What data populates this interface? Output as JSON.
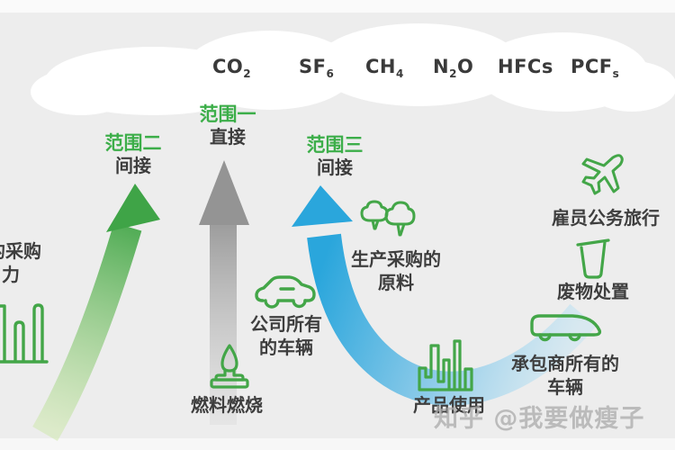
{
  "cloud": {
    "gases": [
      {
        "main": "CO",
        "sub": "2",
        "tail": ""
      },
      {
        "main": "SF",
        "sub": "6",
        "tail": ""
      },
      {
        "main": "CH",
        "sub": "4",
        "tail": ""
      },
      {
        "main": "N",
        "sub": "2",
        "tail": "O"
      },
      {
        "main": "HFCs",
        "sub": "",
        "tail": ""
      },
      {
        "main": "PCF",
        "sub": "s",
        "tail": ""
      }
    ]
  },
  "scopes": {
    "scope1": {
      "name": "范围一",
      "mode": "直接"
    },
    "scope2": {
      "name": "范围二",
      "mode": "间接"
    },
    "scope3": {
      "name": "范围三",
      "mode": "间接"
    }
  },
  "items": {
    "purchased_electricity": {
      "line1": "的采购",
      "line2": "力"
    },
    "fuel_combustion": {
      "line1": "燃料燃烧"
    },
    "company_vehicles": {
      "line1": "公司所有",
      "line2": "的车辆"
    },
    "purchased_materials": {
      "line1": "生产采购的",
      "line2": "原料"
    },
    "business_travel": {
      "line1": "雇员公务旅行"
    },
    "waste_disposal": {
      "line1": "废物处置"
    },
    "contractor_vehicles": {
      "line1": "承包商所有的",
      "line2": "车辆"
    },
    "product_use": {
      "line1": "产品使用"
    }
  },
  "watermark": {
    "text": "知乎 @我要做瘦子"
  },
  "colors": {
    "background": "#ededed",
    "cloud_white": "#ffffff",
    "gas_text": "#3a3a3a",
    "scope_green": "#3cae49",
    "text_dark": "#3c3c3c",
    "icon_green": "#43a648",
    "arrow_green": "#3fa447",
    "arrow_gray": "#969696",
    "arrow_blue": "#2aa6dc",
    "watermark_gray": "#aaaaaa"
  }
}
